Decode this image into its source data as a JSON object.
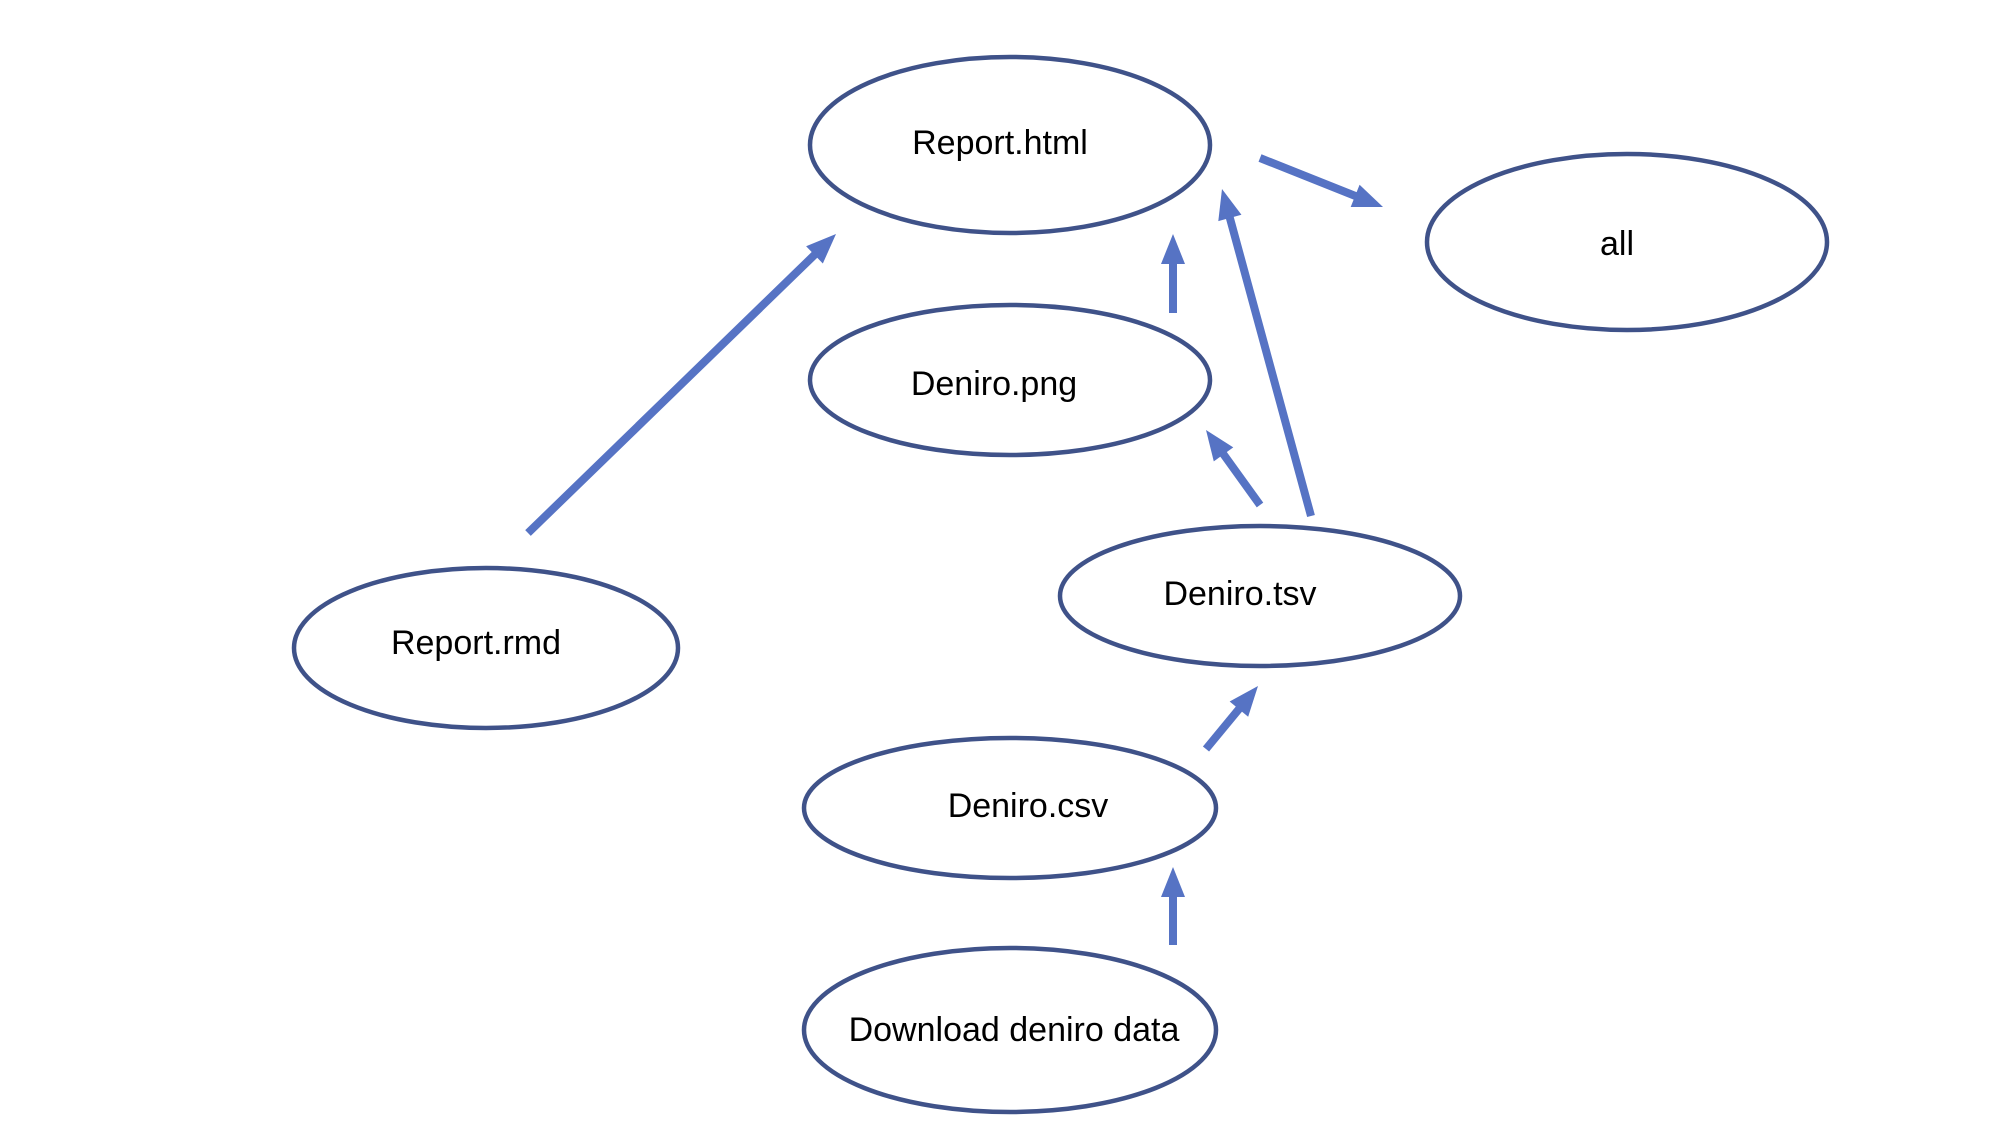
{
  "diagram": {
    "nodes": [
      {
        "id": "report_html",
        "label": "Report.html"
      },
      {
        "id": "all",
        "label": "all"
      },
      {
        "id": "deniro_png",
        "label": "Deniro.png"
      },
      {
        "id": "report_rmd",
        "label": "Report.rmd"
      },
      {
        "id": "deniro_tsv",
        "label": "Deniro.tsv"
      },
      {
        "id": "deniro_csv",
        "label": "Deniro.csv"
      },
      {
        "id": "download",
        "label": "Download deniro data"
      }
    ],
    "edges": [
      {
        "from": "report_rmd",
        "to": "report_html"
      },
      {
        "from": "deniro_png",
        "to": "report_html"
      },
      {
        "from": "deniro_tsv",
        "to": "report_html"
      },
      {
        "from": "report_html",
        "to": "all"
      },
      {
        "from": "deniro_tsv",
        "to": "deniro_png"
      },
      {
        "from": "deniro_csv",
        "to": "deniro_tsv"
      },
      {
        "from": "download",
        "to": "deniro_csv"
      }
    ],
    "colors": {
      "node_stroke": "#3f5289",
      "edge": "#5673c4"
    }
  }
}
